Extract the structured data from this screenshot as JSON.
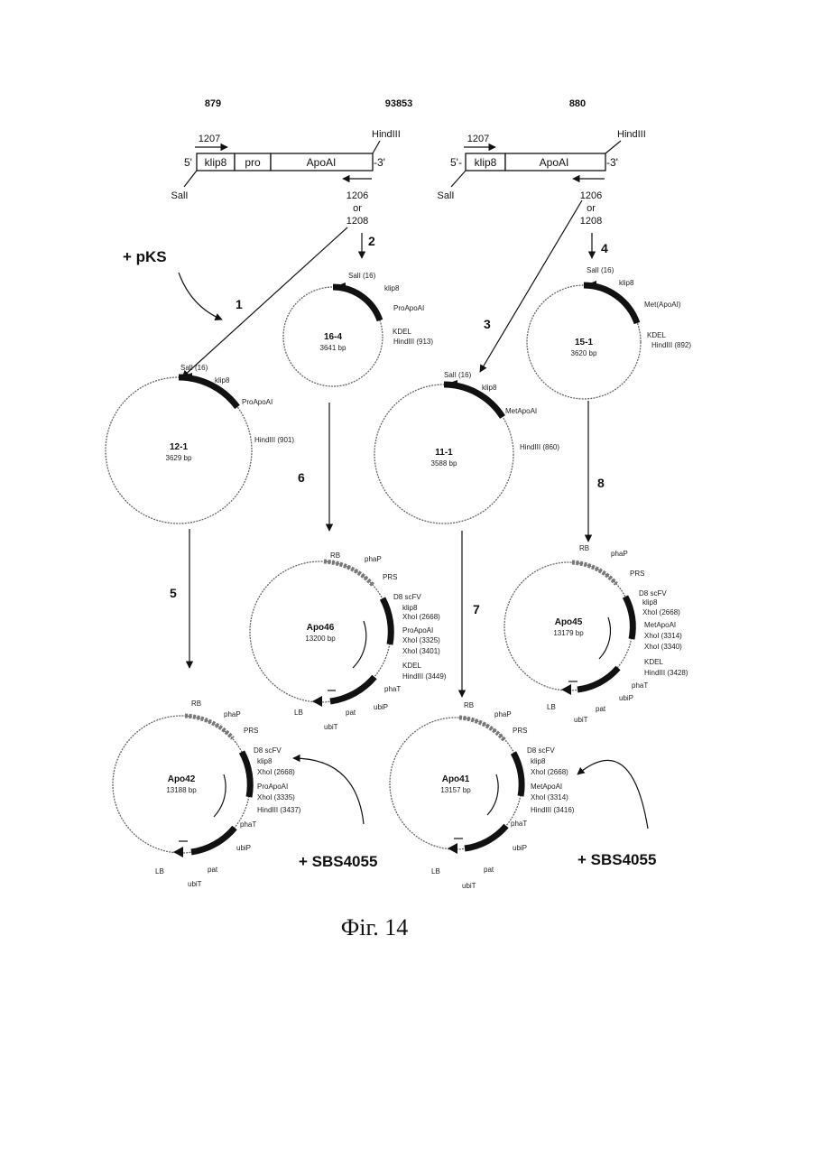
{
  "constructs": {
    "c879": {
      "id": "879",
      "fwd_primer": "1207",
      "five": "5'",
      "three": "-3'",
      "seg1": "klip8",
      "seg2": "pro",
      "seg3": "ApoAI",
      "left_site": "SalI",
      "right_site": "HindIII",
      "rev_primer": "1206\nor\n1208"
    },
    "c93853": {
      "id": "93853"
    },
    "c880": {
      "id": "880",
      "fwd_primer": "1207",
      "five": "5'-",
      "three": "-3'",
      "seg1": "klip8",
      "seg2": "ApoAI",
      "left_site": "SalI",
      "right_site": "HindIII",
      "rev_primer": "1206\nor\n1208"
    }
  },
  "steps": {
    "s1": "1",
    "s2": "2",
    "s3": "3",
    "s4": "4",
    "s5": "5",
    "s6": "6",
    "s7": "7",
    "s8": "8"
  },
  "additions": {
    "pks": "+ pKS",
    "sbs_left": "+ SBS4055",
    "sbs_right": "+ SBS4055"
  },
  "plasmids": {
    "p12_1": {
      "name": "12-1",
      "size": "3629 bp",
      "labels": {
        "sali": "SalI (16)",
        "klip": "klip8",
        "pro": "ProApoAI",
        "hind": "HindIII (901)"
      }
    },
    "p16_4": {
      "name": "16-4",
      "size": "3641 bp",
      "labels": {
        "sali": "SalI (16)",
        "klip": "klip8",
        "pro": "ProApoAI",
        "kdel": "KDEL",
        "hind": "HindIII (913)"
      }
    },
    "p11_1": {
      "name": "11-1",
      "size": "3588 bp",
      "labels": {
        "sali": "SalI (16)",
        "klip": "klip8",
        "met": "MetApoAI",
        "hind": "HindIII (860)"
      }
    },
    "p15_1": {
      "name": "15-1",
      "size": "3620 bp",
      "labels": {
        "sali": "SalI (16)",
        "klip": "klip8",
        "met": "Met(ApoAI)",
        "kdel": "KDEL",
        "hind": "HindIII (892)"
      }
    },
    "apo46": {
      "name": "Apo46",
      "size": "13200 bp",
      "labels": {
        "rb": "RB",
        "phap": "phaP",
        "prs": "PRS",
        "d8": "D8 scFV",
        "klip": "klip8",
        "xhoi1": "XhoI (2668)",
        "pro": "ProApoAI",
        "xhoi2": "XhoI (3325)",
        "xhoi3": "XhoI (3401)",
        "kdel": "KDEL",
        "hind": "HindIII (3449)",
        "phat": "phaT",
        "ubip": "ubiP",
        "pat": "pat",
        "ubit": "ubiT",
        "lb": "LB"
      }
    },
    "apo45": {
      "name": "Apo45",
      "size": "13179 bp",
      "labels": {
        "rb": "RB",
        "phap": "phaP",
        "prs": "PRS",
        "d8": "D8 scFV",
        "klip": "klip8",
        "xhoi1": "XhoI (2668)",
        "met": "MetApoAI",
        "xhoi2": "XhoI (3314)",
        "xhoi3": "XhoI (3340)",
        "kdel": "KDEL",
        "hind": "HindIII (3428)",
        "phat": "phaT",
        "ubip": "ubiP",
        "pat": "pat",
        "ubit": "ubiT",
        "lb": "LB"
      }
    },
    "apo42": {
      "name": "Apo42",
      "size": "13188 bp",
      "labels": {
        "rb": "RB",
        "phap": "phaP",
        "prs": "PRS",
        "d8": "D8 scFV",
        "klip": "klip8",
        "xhoi1": "XhoI (2668)",
        "pro": "ProApoAI",
        "xhoi2": "XhoI (3335)",
        "hind": "HindIII (3437)",
        "phat": "phaT",
        "ubip": "ubiP",
        "pat": "pat",
        "ubit": "ubiT",
        "lb": "LB"
      }
    },
    "apo41": {
      "name": "Apo41",
      "size": "13157 bp",
      "labels": {
        "rb": "RB",
        "phap": "phaP",
        "prs": "PRS",
        "d8": "D8 scFV",
        "klip": "klip8",
        "xhoi1": "XhoI (2668)",
        "met": "MetApoAI",
        "xhoi2": "XhoI (3314)",
        "hind": "HindIII (3416)",
        "phat": "phaT",
        "ubip": "ubiP",
        "pat": "pat",
        "ubit": "ubiT",
        "lb": "LB"
      }
    }
  },
  "caption": "Фіг. 14"
}
